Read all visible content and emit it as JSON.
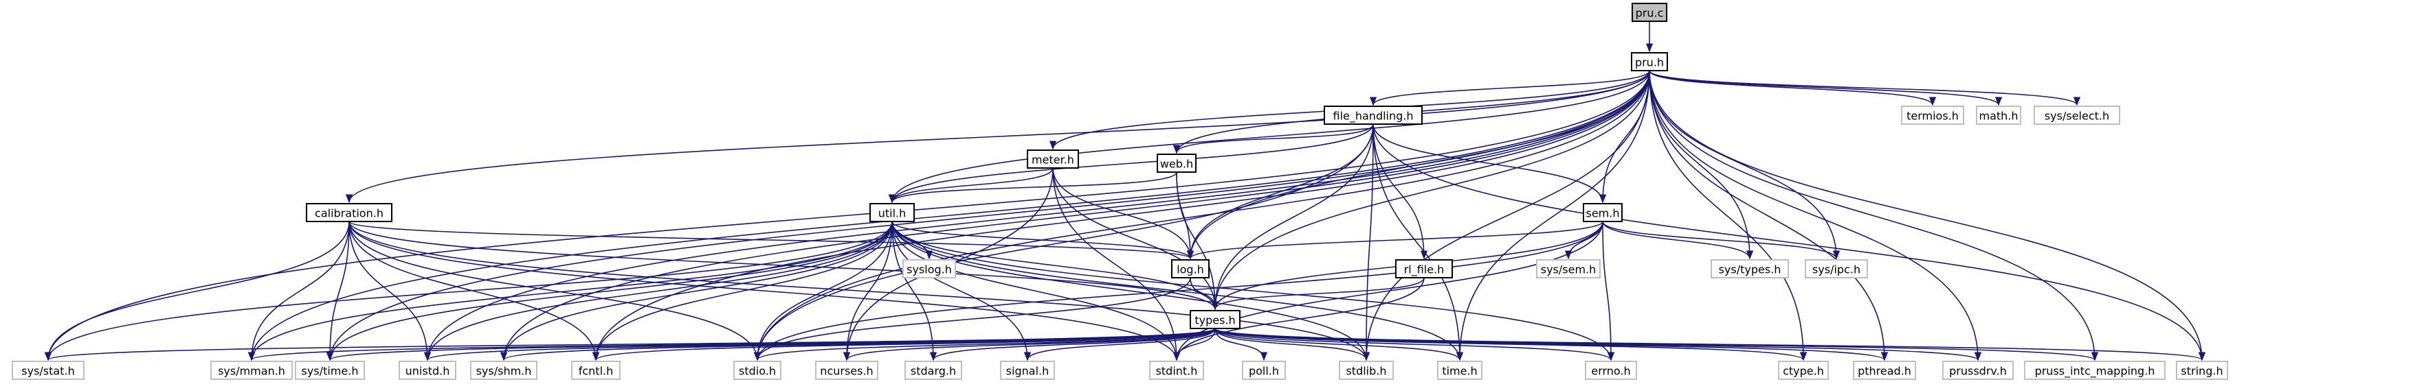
{
  "diagram": {
    "type": "include-dependency-graph",
    "colors": {
      "edge": "#191970",
      "node_border": "#000000",
      "leaf_border": "#bfbfbf",
      "root_fill": "#bfbfbf"
    },
    "nodes": [
      {
        "id": "pru_c",
        "label": "pru.c",
        "kind": "root"
      },
      {
        "id": "pru_h",
        "label": "pru.h",
        "kind": "internal"
      },
      {
        "id": "file_handling_h",
        "label": "file_handling.h",
        "kind": "internal"
      },
      {
        "id": "meter_h",
        "label": "meter.h",
        "kind": "internal"
      },
      {
        "id": "web_h",
        "label": "web.h",
        "kind": "internal"
      },
      {
        "id": "calibration_h",
        "label": "calibration.h",
        "kind": "internal"
      },
      {
        "id": "util_h",
        "label": "util.h",
        "kind": "internal"
      },
      {
        "id": "sem_h",
        "label": "sem.h",
        "kind": "internal"
      },
      {
        "id": "log_h",
        "label": "log.h",
        "kind": "internal"
      },
      {
        "id": "rl_file_h",
        "label": "rl_file.h",
        "kind": "internal"
      },
      {
        "id": "types_h",
        "label": "types.h",
        "kind": "internal"
      },
      {
        "id": "termios_h",
        "label": "termios.h",
        "kind": "leaf"
      },
      {
        "id": "math_h",
        "label": "math.h",
        "kind": "leaf"
      },
      {
        "id": "sys_select_h",
        "label": "sys/select.h",
        "kind": "leaf"
      },
      {
        "id": "syslog_h",
        "label": "syslog.h",
        "kind": "leaf"
      },
      {
        "id": "sys_sem_h",
        "label": "sys/sem.h",
        "kind": "leaf"
      },
      {
        "id": "sys_types_h",
        "label": "sys/types.h",
        "kind": "leaf"
      },
      {
        "id": "sys_ipc_h",
        "label": "sys/ipc.h",
        "kind": "leaf"
      },
      {
        "id": "sys_stat_h",
        "label": "sys/stat.h",
        "kind": "leaf"
      },
      {
        "id": "sys_mman_h",
        "label": "sys/mman.h",
        "kind": "leaf"
      },
      {
        "id": "sys_time_h",
        "label": "sys/time.h",
        "kind": "leaf"
      },
      {
        "id": "unistd_h",
        "label": "unistd.h",
        "kind": "leaf"
      },
      {
        "id": "sys_shm_h",
        "label": "sys/shm.h",
        "kind": "leaf"
      },
      {
        "id": "fcntl_h",
        "label": "fcntl.h",
        "kind": "leaf"
      },
      {
        "id": "stdio_h",
        "label": "stdio.h",
        "kind": "leaf"
      },
      {
        "id": "ncurses_h",
        "label": "ncurses.h",
        "kind": "leaf"
      },
      {
        "id": "stdarg_h",
        "label": "stdarg.h",
        "kind": "leaf"
      },
      {
        "id": "signal_h",
        "label": "signal.h",
        "kind": "leaf"
      },
      {
        "id": "stdint_h",
        "label": "stdint.h",
        "kind": "leaf"
      },
      {
        "id": "poll_h",
        "label": "poll.h",
        "kind": "leaf"
      },
      {
        "id": "stdlib_h",
        "label": "stdlib.h",
        "kind": "leaf"
      },
      {
        "id": "time_h",
        "label": "time.h",
        "kind": "leaf"
      },
      {
        "id": "errno_h",
        "label": "errno.h",
        "kind": "leaf"
      },
      {
        "id": "ctype_h",
        "label": "ctype.h",
        "kind": "leaf"
      },
      {
        "id": "pthread_h",
        "label": "pthread.h",
        "kind": "leaf"
      },
      {
        "id": "prussdrv_h",
        "label": "prussdrv.h",
        "kind": "leaf"
      },
      {
        "id": "pruss_intc_mapping_h",
        "label": "pruss_intc_mapping.h",
        "kind": "leaf"
      },
      {
        "id": "string_h",
        "label": "string.h",
        "kind": "leaf"
      }
    ],
    "edges": [
      [
        "pru_c",
        "pru_h"
      ],
      [
        "pru_h",
        "termios_h"
      ],
      [
        "pru_h",
        "math_h"
      ],
      [
        "pru_h",
        "sys_select_h"
      ],
      [
        "pru_h",
        "file_handling_h"
      ],
      [
        "pru_h",
        "meter_h"
      ],
      [
        "pru_h",
        "web_h"
      ],
      [
        "pru_h",
        "calibration_h"
      ],
      [
        "pru_h",
        "util_h"
      ],
      [
        "pru_h",
        "sem_h"
      ],
      [
        "pru_h",
        "log_h"
      ],
      [
        "pru_h",
        "types_h"
      ],
      [
        "pru_h",
        "sys_types_h"
      ],
      [
        "pru_h",
        "sys_ipc_h"
      ],
      [
        "pru_h",
        "sys_stat_h"
      ],
      [
        "pru_h",
        "sys_mman_h"
      ],
      [
        "pru_h",
        "sys_time_h"
      ],
      [
        "pru_h",
        "unistd_h"
      ],
      [
        "pru_h",
        "sys_shm_h"
      ],
      [
        "pru_h",
        "fcntl_h"
      ],
      [
        "pru_h",
        "stdio_h"
      ],
      [
        "pru_h",
        "stdlib_h"
      ],
      [
        "pru_h",
        "time_h"
      ],
      [
        "pru_h",
        "ctype_h"
      ],
      [
        "pru_h",
        "pthread_h"
      ],
      [
        "pru_h",
        "prussdrv_h"
      ],
      [
        "pru_h",
        "pruss_intc_mapping_h"
      ],
      [
        "pru_h",
        "string_h"
      ],
      [
        "file_handling_h",
        "util_h"
      ],
      [
        "file_handling_h",
        "web_h"
      ],
      [
        "file_handling_h",
        "log_h"
      ],
      [
        "file_handling_h",
        "types_h"
      ],
      [
        "file_handling_h",
        "rl_file_h"
      ],
      [
        "file_handling_h",
        "sem_h"
      ],
      [
        "file_handling_h",
        "stdlib_h"
      ],
      [
        "file_handling_h",
        "time_h"
      ],
      [
        "file_handling_h",
        "string_h"
      ],
      [
        "file_handling_h",
        "stdio_h"
      ],
      [
        "meter_h",
        "util_h"
      ],
      [
        "meter_h",
        "log_h"
      ],
      [
        "meter_h",
        "types_h"
      ],
      [
        "meter_h",
        "ncurses_h"
      ],
      [
        "meter_h",
        "stdint_h"
      ],
      [
        "web_h",
        "util_h"
      ],
      [
        "web_h",
        "log_h"
      ],
      [
        "web_h",
        "types_h"
      ],
      [
        "calibration_h",
        "log_h"
      ],
      [
        "calibration_h",
        "types_h"
      ],
      [
        "calibration_h",
        "sys_stat_h"
      ],
      [
        "calibration_h",
        "sys_mman_h"
      ],
      [
        "calibration_h",
        "sys_time_h"
      ],
      [
        "calibration_h",
        "unistd_h"
      ],
      [
        "calibration_h",
        "fcntl_h"
      ],
      [
        "calibration_h",
        "stdio_h"
      ],
      [
        "calibration_h",
        "stdlib_h"
      ],
      [
        "calibration_h",
        "stdint_h"
      ],
      [
        "util_h",
        "syslog_h"
      ],
      [
        "util_h",
        "log_h"
      ],
      [
        "util_h",
        "types_h"
      ],
      [
        "util_h",
        "sys_stat_h"
      ],
      [
        "util_h",
        "sys_mman_h"
      ],
      [
        "util_h",
        "sys_time_h"
      ],
      [
        "util_h",
        "unistd_h"
      ],
      [
        "util_h",
        "sys_shm_h"
      ],
      [
        "util_h",
        "fcntl_h"
      ],
      [
        "util_h",
        "stdio_h"
      ],
      [
        "util_h",
        "stdarg_h"
      ],
      [
        "util_h",
        "signal_h"
      ],
      [
        "util_h",
        "stdint_h"
      ],
      [
        "util_h",
        "stdlib_h"
      ],
      [
        "util_h",
        "time_h"
      ],
      [
        "util_h",
        "errno_h"
      ],
      [
        "util_h",
        "ncurses_h"
      ],
      [
        "sem_h",
        "log_h"
      ],
      [
        "sem_h",
        "types_h"
      ],
      [
        "sem_h",
        "sys_sem_h"
      ],
      [
        "sem_h",
        "sys_types_h"
      ],
      [
        "sem_h",
        "sys_ipc_h"
      ],
      [
        "sem_h",
        "errno_h"
      ],
      [
        "sem_h",
        "stdio_h"
      ],
      [
        "sem_h",
        "stdint_h"
      ],
      [
        "log_h",
        "types_h"
      ],
      [
        "log_h",
        "stdio_h"
      ],
      [
        "rl_file_h",
        "types_h"
      ],
      [
        "rl_file_h",
        "stdint_h"
      ],
      [
        "types_h",
        "sys_stat_h"
      ],
      [
        "types_h",
        "sys_mman_h"
      ],
      [
        "types_h",
        "sys_time_h"
      ],
      [
        "types_h",
        "unistd_h"
      ],
      [
        "types_h",
        "sys_shm_h"
      ],
      [
        "types_h",
        "fcntl_h"
      ],
      [
        "types_h",
        "stdio_h"
      ],
      [
        "types_h",
        "ncurses_h"
      ],
      [
        "types_h",
        "stdarg_h"
      ],
      [
        "types_h",
        "signal_h"
      ],
      [
        "types_h",
        "stdint_h"
      ],
      [
        "types_h",
        "poll_h"
      ],
      [
        "types_h",
        "stdlib_h"
      ],
      [
        "types_h",
        "time_h"
      ],
      [
        "types_h",
        "errno_h"
      ],
      [
        "types_h",
        "ctype_h"
      ],
      [
        "types_h",
        "pthread_h"
      ],
      [
        "types_h",
        "prussdrv_h"
      ],
      [
        "types_h",
        "pruss_intc_mapping_h"
      ],
      [
        "types_h",
        "string_h"
      ]
    ]
  }
}
